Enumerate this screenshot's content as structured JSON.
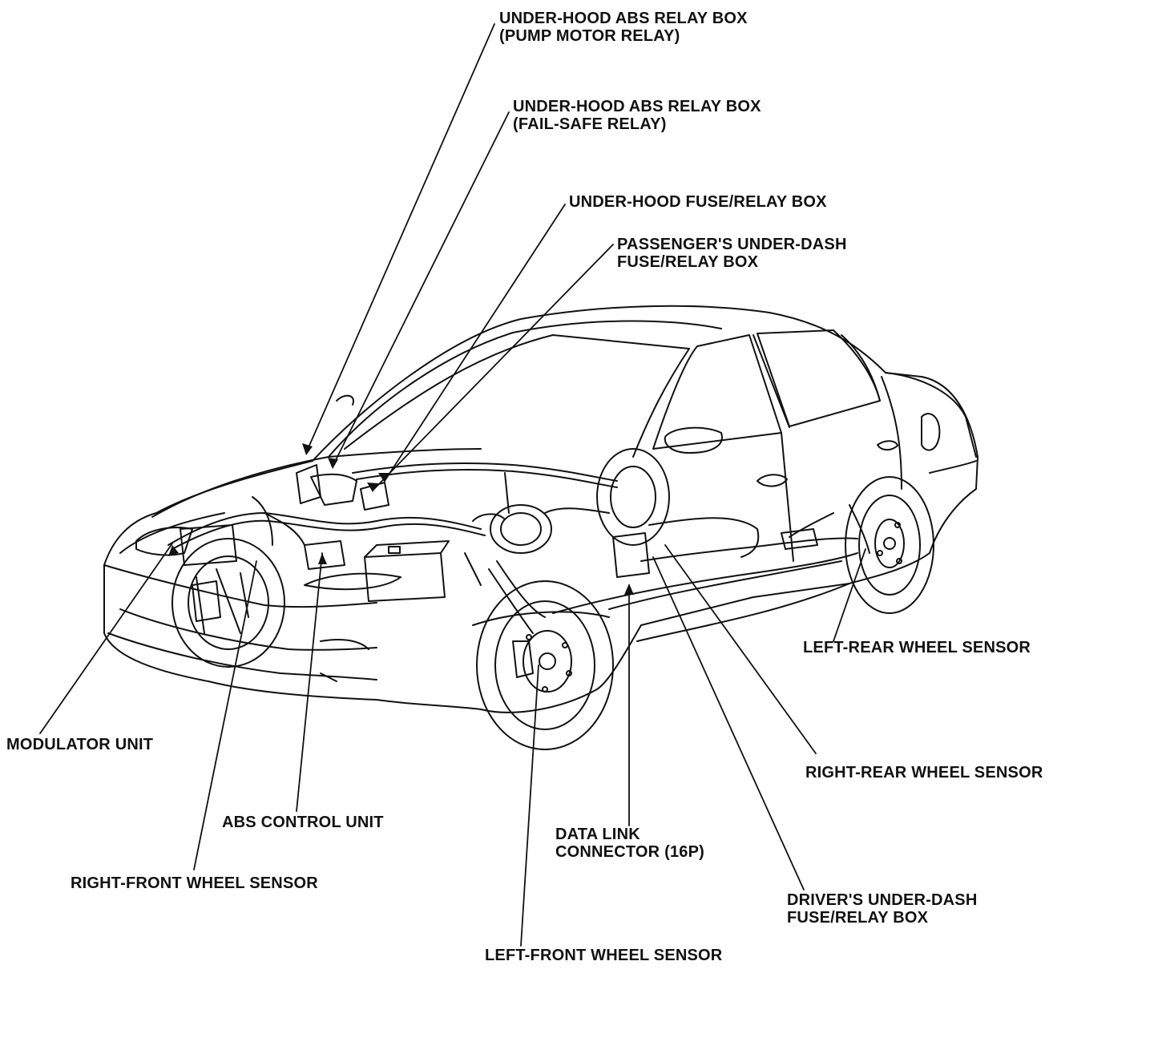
{
  "diagram": {
    "ink_color": "#111111",
    "background_color": "#ffffff",
    "labels": {
      "pump_motor_relay": [
        "UNDER-HOOD ABS RELAY BOX",
        "(PUMP MOTOR RELAY)"
      ],
      "fail_safe_relay": [
        "UNDER-HOOD ABS RELAY BOX",
        "(FAIL-SAFE RELAY)"
      ],
      "under_hood_fuse_box": [
        "UNDER-HOOD FUSE/RELAY BOX"
      ],
      "passenger_under_dash": [
        "PASSENGER'S UNDER-DASH",
        "FUSE/RELAY BOX"
      ],
      "left_rear_sensor": [
        "LEFT-REAR WHEEL SENSOR"
      ],
      "modulator_unit": [
        "MODULATOR UNIT"
      ],
      "right_rear_sensor": [
        "RIGHT-REAR WHEEL SENSOR"
      ],
      "abs_control_unit": [
        "ABS CONTROL UNIT"
      ],
      "data_link_connector": [
        "DATA LINK",
        "CONNECTOR (16P)"
      ],
      "right_front_sensor": [
        "RIGHT-FRONT WHEEL SENSOR"
      ],
      "drivers_under_dash": [
        "DRIVER'S UNDER-DASH",
        "FUSE/RELAY BOX"
      ],
      "left_front_sensor": [
        "LEFT-FRONT WHEEL SENSOR"
      ]
    }
  }
}
